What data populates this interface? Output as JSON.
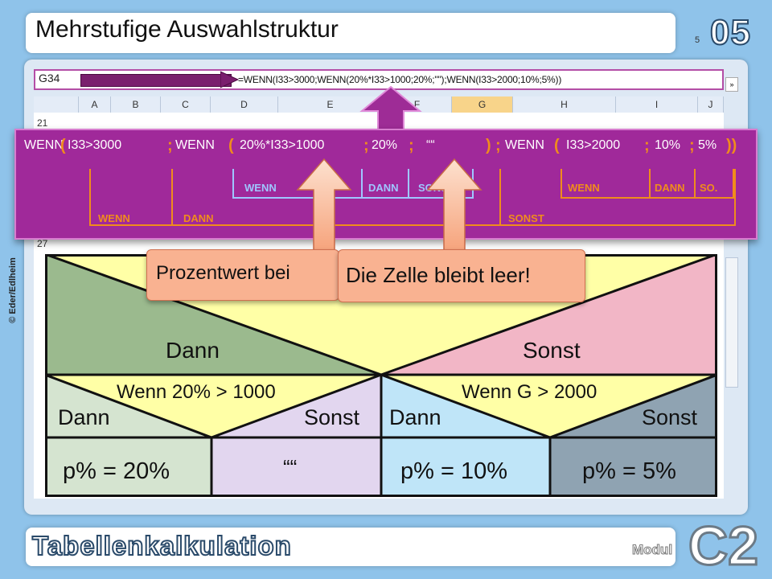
{
  "slide": {
    "title": "Mehrstufige Auswahlstruktur",
    "page_number": "5",
    "module_number": "05",
    "copyright": "© Eder/Edlheim",
    "footer": "Tabellenkalkulation",
    "modul_label": "Modul",
    "modul_code": "C2"
  },
  "excel": {
    "cell_ref": "G34",
    "formula": "=WENN(I33>3000;WENN(20%*I33>1000;20%;\"\");WENN(I33>2000;10%;5%))",
    "columns": [
      "A",
      "B",
      "C",
      "D",
      "E",
      "F",
      "G",
      "H",
      "I",
      "J"
    ],
    "selected_column": "G",
    "row_labels": [
      "21",
      "27"
    ]
  },
  "breakdown": {
    "tokens": {
      "wenn1": "WENN",
      "cond1": "I33>3000",
      "wenn2": "WENN",
      "cond2": "20%*I33>1000",
      "val20": "20%",
      "empty": "““",
      "wenn3": "WENN",
      "cond3": "I33>2000",
      "val10": "10%",
      "val5": "5% "
    },
    "punct": {
      "open1": "(",
      "sep1": ";",
      "open2": "(",
      "sep2": ";",
      "sep3": ";",
      "close2": ")",
      "sep4": ";",
      "open3": "(",
      "sep5": ";",
      "sep6": ";",
      "close_all": "))"
    },
    "labels": {
      "outer_wenn": "WENN",
      "outer_dann": "DANN",
      "outer_sonst": "SONST",
      "inner1_wenn": "WENN",
      "inner1_dann": "DANN",
      "inner1_sonst": "SONST",
      "inner2_wenn": "WENN",
      "inner2_dann": "DANN",
      "inner2_sonst": "SO."
    }
  },
  "callouts": {
    "percent": "Prozentwert bei",
    "empty_cell": "Die Zelle bleibt leer!"
  },
  "diagram": {
    "top_dann": "Dann",
    "top_sonst": "Sonst",
    "cond_left": "Wenn 20% > 1000",
    "cond_right": "Wenn G > 2000",
    "left_dann": "Dann",
    "left_sonst": "Sonst",
    "right_dann": "Dann",
    "right_sonst": "Sonst",
    "result1": "p% = 20%",
    "result2": "““",
    "result3": "p% = 10%",
    "result4": "p% = 5%",
    "colors": {
      "yellow": "#ffffa6",
      "green": "#9bba8e",
      "pink": "#f2b6c6",
      "lavender": "#d9cdef",
      "lightblue": "#bfe5f8",
      "slate": "#8fa3b2",
      "sage": "#d5e4d0",
      "lightlavender": "#e2d6ef"
    }
  }
}
